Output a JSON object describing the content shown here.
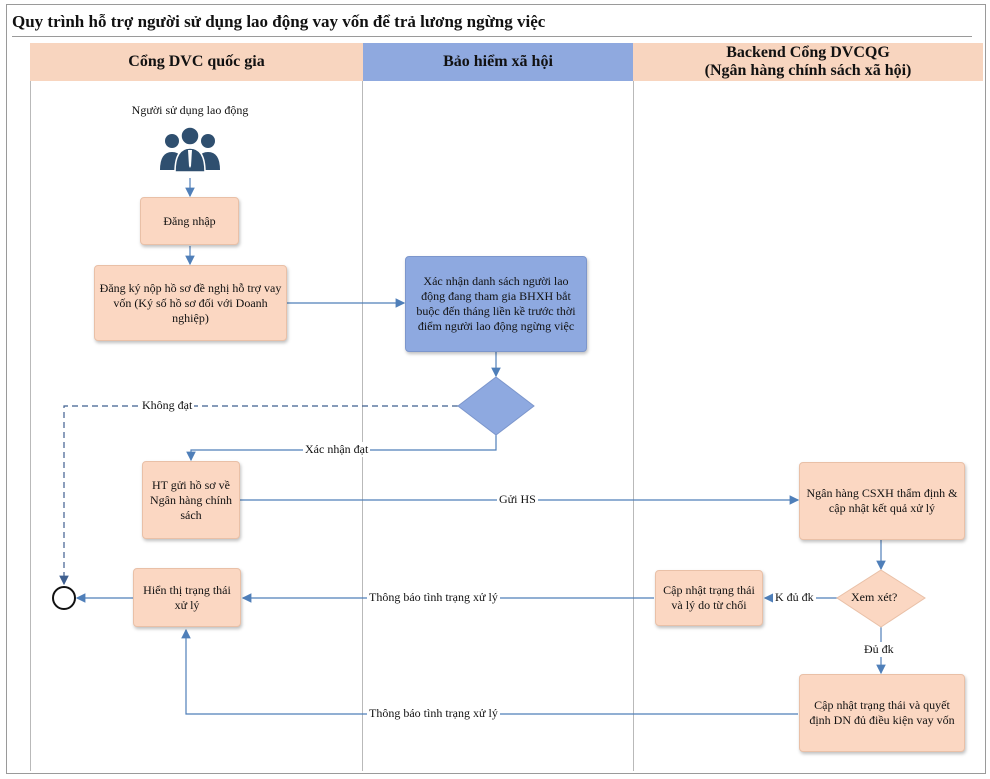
{
  "title": "Quy trình hỗ trợ người sử dụng lao động vay vốn để trả lương ngừng việc",
  "lanes": [
    {
      "name": "Cổng DVC quốc gia"
    },
    {
      "name": "Bảo hiểm xã hội"
    },
    {
      "name_line1": "Backend Cổng DVCQG",
      "name_line2": "(Ngân hàng chính sách xã hội)"
    }
  ],
  "actor": {
    "label": "Người sử dụng lao động",
    "icon": "users-group-icon"
  },
  "steps": {
    "login": "Đăng nhập",
    "register": "Đăng ký nộp hồ sơ đề nghị hỗ trợ vay vốn (Ký số hồ sơ đối với Doanh nghiệp)",
    "confirm": "Xác nhận danh sách người lao động đang tham gia BHXH bắt buộc đến tháng liền kề trước thời điểm người lao động ngừng việc",
    "send": "HT gửi hồ sơ về Ngân hàng chính sách",
    "display": "Hiển thị trạng thái xử lý",
    "appraise": "Ngân hàng CSXH thẩm định & cập nhật kết quả xử lý",
    "decision": "Xem xét?",
    "reject": "Cập nhật trạng thái và lý do từ chối",
    "approve": "Cập nhật trạng thái và quyết định DN đủ điều kiện vay vốn"
  },
  "edges": {
    "fail": "Không đạt",
    "pass": "Xác nhận đạt",
    "send_hs": "Gửi HS",
    "notify1": "Thông báo tình trạng xử lý",
    "notify2": "Thông báo tình trạng xử lý",
    "not_ok": "K đủ đk",
    "ok": "Đủ đk"
  },
  "colors": {
    "peach": "#fbd7c2",
    "blue": "#8ea9e0",
    "arrow": "#4f7fb9"
  }
}
